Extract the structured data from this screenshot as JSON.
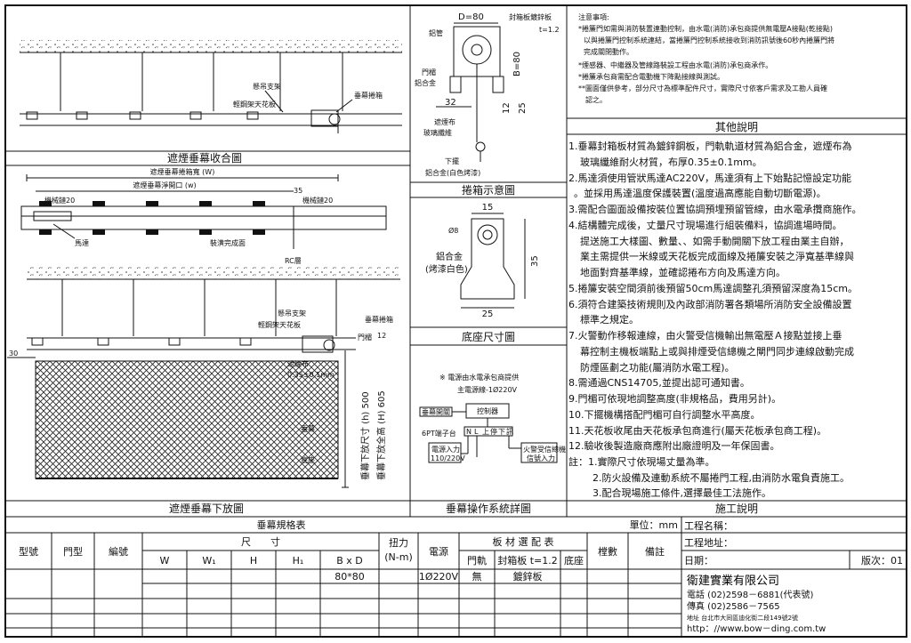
{
  "top_left": {
    "label_hanger": "懸吊支架",
    "label_ceiling": "輕鋼架天花板",
    "label_box": "垂幕捲箱",
    "caption": "遮煙垂幕收合圖"
  },
  "plan": {
    "width_label": "遮煙垂幕捲箱寬 (W)",
    "opening_label": "遮煙垂幕淨開口 (w)",
    "machine_left": "機械鏈20",
    "machine_right": "機械鏈20",
    "dim_35": "35",
    "motor": "馬達",
    "finish": "裝潢完成面"
  },
  "elevation": {
    "rc_slab": "RC層",
    "hanger": "懸吊支架",
    "ceiling": "輕鋼架天花板",
    "box": "垂幕捲箱",
    "lintel": "門楣",
    "dim_12": "12",
    "dim_30": "30",
    "cloth": "遮煙布",
    "cloth_thk": "0.35±0.1mm",
    "curtain": "垂幕",
    "bottom": "底座",
    "drop_h": "垂幕下放尺寸 (h) 500",
    "drop_H": "垂幕下放全高 (H) 605",
    "caption": "遮煙垂幕下放圖"
  },
  "box_detail": {
    "D": "D=80",
    "plate": "封箱板鍍鋅板",
    "t": "t=1.2",
    "alu_tube": "鋁管",
    "lintel_alu": "門楣",
    "lintel_alu2": "鋁合金",
    "B": "B=80",
    "dim_32": "32",
    "dim_12": "12",
    "dim_25": "25",
    "cloth": "遮煙布",
    "fiber": "玻璃纖維",
    "bar": "下擺",
    "bar2": "鋁合金(白色烤漆)",
    "caption": "捲箱示意圖"
  },
  "base_detail": {
    "dim_15": "15",
    "phi": "Ø8",
    "mat1": "鋁合金",
    "mat2": "(烤漆白色)",
    "dim_35": "35",
    "dim_25": "25",
    "caption": "底座尺寸圖"
  },
  "control": {
    "note1": "※ 電源由水電承包商提供",
    "note2": "主電源線-1Ø220V",
    "limit": "垂幕開關",
    "controller": "控制器",
    "terminal": "6PT端子台",
    "t1": "N",
    "t2": "L",
    "t3": "上",
    "t4": "停",
    "t5": "下",
    "t6": "訊",
    "power1": "電源入力",
    "power2": "110/220V",
    "fire1": "火警受信總機",
    "fire2": "信號入力",
    "caption": "垂幕操作系統詳圖"
  },
  "notices": {
    "title": "注意事項:",
    "lines": [
      "*捲簾門如需與消防裝置連動控制，由水電(消防)承包商提供無電壓A接點(乾接點)",
      "以與捲簾門控制系統連結，當捲簾門控制系統接收到消防訊號後60秒內捲簾門將",
      "完成關閉動作。",
      "*煙感器、中繼器及管線路裝設工程由水電(消防)承包商承作。",
      "*捲簾承包商需配合電動機下降點接線與測試。",
      "**圖面僅供參考，部分尺寸為標準配件尺寸，實際尺寸依客戶需求及工勘人員確",
      "認之。"
    ]
  },
  "other": {
    "title": "其他說明",
    "lines": [
      "1.垂幕封箱板材質為鍍鋅鋼板，門軌軌道材質為鋁合金，遮煙布為",
      "玻璃纖維耐火材質，布厚0.35±0.1mm。",
      "2.馬達須使用管狀馬達AC220V，馬達須有上下始點記憶設定功能",
      "。並採用馬達溫度保護裝置(溫度過高應能自動切斷電源)。",
      "3.需配合圖面設備按裝位置協調預埋預留管線，由水電承攬商施作。",
      "4.結構體完成後，丈量尺寸現場進行組裝備料，協調進場時間。",
      "提送施工大樣圖、數量、、如需手動開關下放工程由業主自辦，",
      "業主需提供一米線或天花板完成面線及捲簾安裝之淨寬基準線與",
      "地面對齊基準線，並確認捲布方向及馬達方向。",
      "5.捲簾安裝空間須前後預留50cm馬達調整孔須預留深度為15cm。",
      "6.須符合建築技術規則及內政部消防署各類場所消防安全設備設置",
      "標準之規定。",
      "7.火警動作移報連線，由火警受信機輸出無電壓Ａ接點並接上垂",
      "幕控制主機板端點上或與排煙受信總機之閘門同步連線啟動完成",
      "防煙區劃之功能(屬消防水電工程)。",
      "8.需通過CNS14705,並提出認可通知書。",
      "9.門楣可依現地調整高度(非規格品，費用另計)。",
      "10.下擺機構搭配門楣可自行調整水平高度。",
      "11.天花板收尾由天花板承包商進行(屬天花板承包商工程)。",
      "12.驗收後製造廠商應附出廠證明及一年保固書。",
      "註：1.實際尺寸依現場丈量為準。",
      "2.防火設備及連動系統不屬捲門工程,由消防水電負責施工。",
      "3.配合現場施工條件,選擇最佳工法施作。"
    ],
    "caption": "施工說明"
  },
  "spec": {
    "title": "垂幕規格表",
    "unit": "單位：mm",
    "h_model": "型號",
    "h_door": "門型",
    "h_no": "編號",
    "h_size": "尺　　寸",
    "h_W": "W",
    "h_W1": "W₁",
    "h_H": "H",
    "h_H1": "H₁",
    "h_BxD": "B x D",
    "h_torque": "扭力",
    "h_torque2": "(N-m)",
    "h_power": "電源",
    "h_material": "板 材 選 配 表",
    "h_rail": "門軌",
    "h_plate": "封箱板 t=1.2",
    "h_base": "底座",
    "h_floors": "樘數",
    "h_remark": "備註",
    "val_BxD": "80*80",
    "val_power": "1Ø220V",
    "val_rail": "無",
    "val_plate": "鍍鋅板"
  },
  "titleblock": {
    "project_name": "工程名稱：",
    "project_addr": "工程地址：",
    "date": "日期：",
    "version": "版次：01",
    "company": "衛建實業有限公司",
    "tel": "電話 (02)2598－6881(代表號)",
    "fax": "傳真 (02)2586－7565",
    "addr": "地址 台北市大同區迪化街二段149號2號",
    "web": "http：//www.bow－ding.com.tw"
  }
}
